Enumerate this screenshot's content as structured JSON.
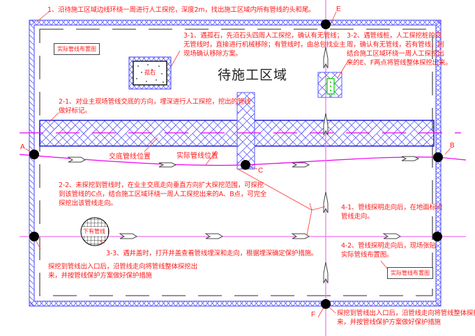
{
  "drawing": {
    "title": "待施工区域",
    "colors": {
      "annotation": "#ff1a1a",
      "hatch": "#4a4aff",
      "band_border": "#0000cc",
      "pipeline": "#ee00ee",
      "pipeline_light": "#f080f0",
      "pile": "#00dd00",
      "point": "#000000"
    },
    "points": {
      "A": "A",
      "B": "B",
      "C": "C",
      "E": "E",
      "F": "F"
    },
    "labels": {
      "rock": "孤石",
      "manhole": "下有管线",
      "designed_pipe": "交底管线位置",
      "actual_pipe": "实际管线位置",
      "layout_box_top": "实际管线布置图",
      "layout_box_bottom": "实际管线布置图"
    },
    "notes": {
      "n1": "1、沿待施工区域边线环绕一周进行人工探挖，深度2m，找出施工区域内所有管线的头和尾。",
      "n3_1": "3-1、遇孤石，先沿石头四周人工探挖，确认有无管线；\n无管线时，直接进行机械移除；有管线时，由总包找业主\n现场确认移除方案。",
      "n3_2": "3-2、遇管线桩，人工探挖桩的四\n周，确认有无管线，若有管线，则\n结合施工区域环绕一周人工探挖出\n来的E、F两点将管线整体探挖出来。",
      "n2_1": "2-1、对业主现场管线交底的方向，埋深进行人工探挖，挖出的管线\n做好标记。",
      "n2_2": "2-2、未探挖到管线时，在业主交底走向垂直方向扩大探挖范围，可探挖\n到该管线的C点，结合施工区域环绕一周人工探挖出来的A、B点，可完全\n探挖出该管线走向。",
      "n3_3": "3-3、遇井盖时，打开井盖查看管线埋深和走向，根据埋深确定保护措施。",
      "n4_1": "4-1、管线探明走向后，在地面标识\n管线走向。",
      "n4_2": "4-2、管线探明走向后，现场张贴\n实际管线布置图。",
      "n_left_exit": "探挖到管线出入口后，沿管线走向将管线整体探挖出\n来，并按管线保护方案做好保护措施",
      "n_bottom_exit": "探挖到管线出入口后，沿管线走向将管线整体探挖出\n来，并按管线保护方案做好保护措施"
    }
  }
}
